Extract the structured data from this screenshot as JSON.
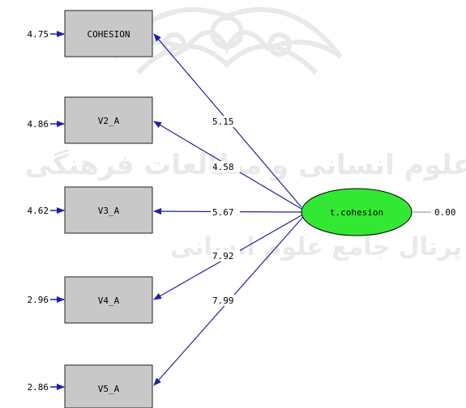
{
  "diagram": {
    "latent": {
      "label": "t.cohesion",
      "variance": "0.00",
      "fill": "#33e833"
    },
    "indicators": [
      {
        "label": "COHESION",
        "error": "4.75"
      },
      {
        "label": "V2_A",
        "error": "4.86"
      },
      {
        "label": "V3_A",
        "error": "4.62"
      },
      {
        "label": "V4_A",
        "error": "2.96"
      },
      {
        "label": "V5_A",
        "error": "2.86"
      }
    ],
    "loadings": [
      "5.15",
      "4.58",
      "5.67",
      "7.92",
      "7.99"
    ],
    "colors": {
      "box_fill": "#c8c8c8",
      "path_color": "#1f1fa8",
      "arrow_color": "#1f1fa8"
    },
    "watermark": {
      "line1": "پژوهشگاه علوم انسانی و مطالعات فرهنگی",
      "line2": "پرتال جامع علوم انسانی"
    }
  }
}
